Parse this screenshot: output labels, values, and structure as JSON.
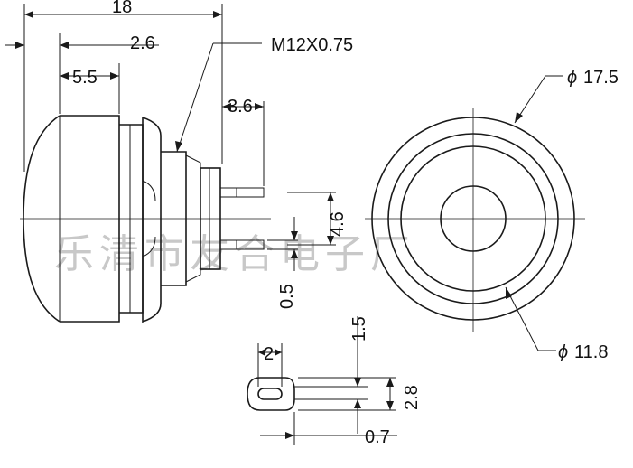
{
  "watermark": "乐清市友合电子厂",
  "labels": {
    "d_18": "18",
    "d_2_6": "2.6",
    "d_5_5": "5.5",
    "d_3_6": "3.6",
    "thread": "M12X0.75",
    "d_4_6": "4.6",
    "d_0_5": "0.5",
    "dia_17_5": "17.5",
    "dia_11_8": "11.8",
    "dia_symbol": "ϕ",
    "d_1_5": "1.5",
    "d_2": "2",
    "d_2_8": "2.8",
    "d_0_7": "0.7"
  }
}
